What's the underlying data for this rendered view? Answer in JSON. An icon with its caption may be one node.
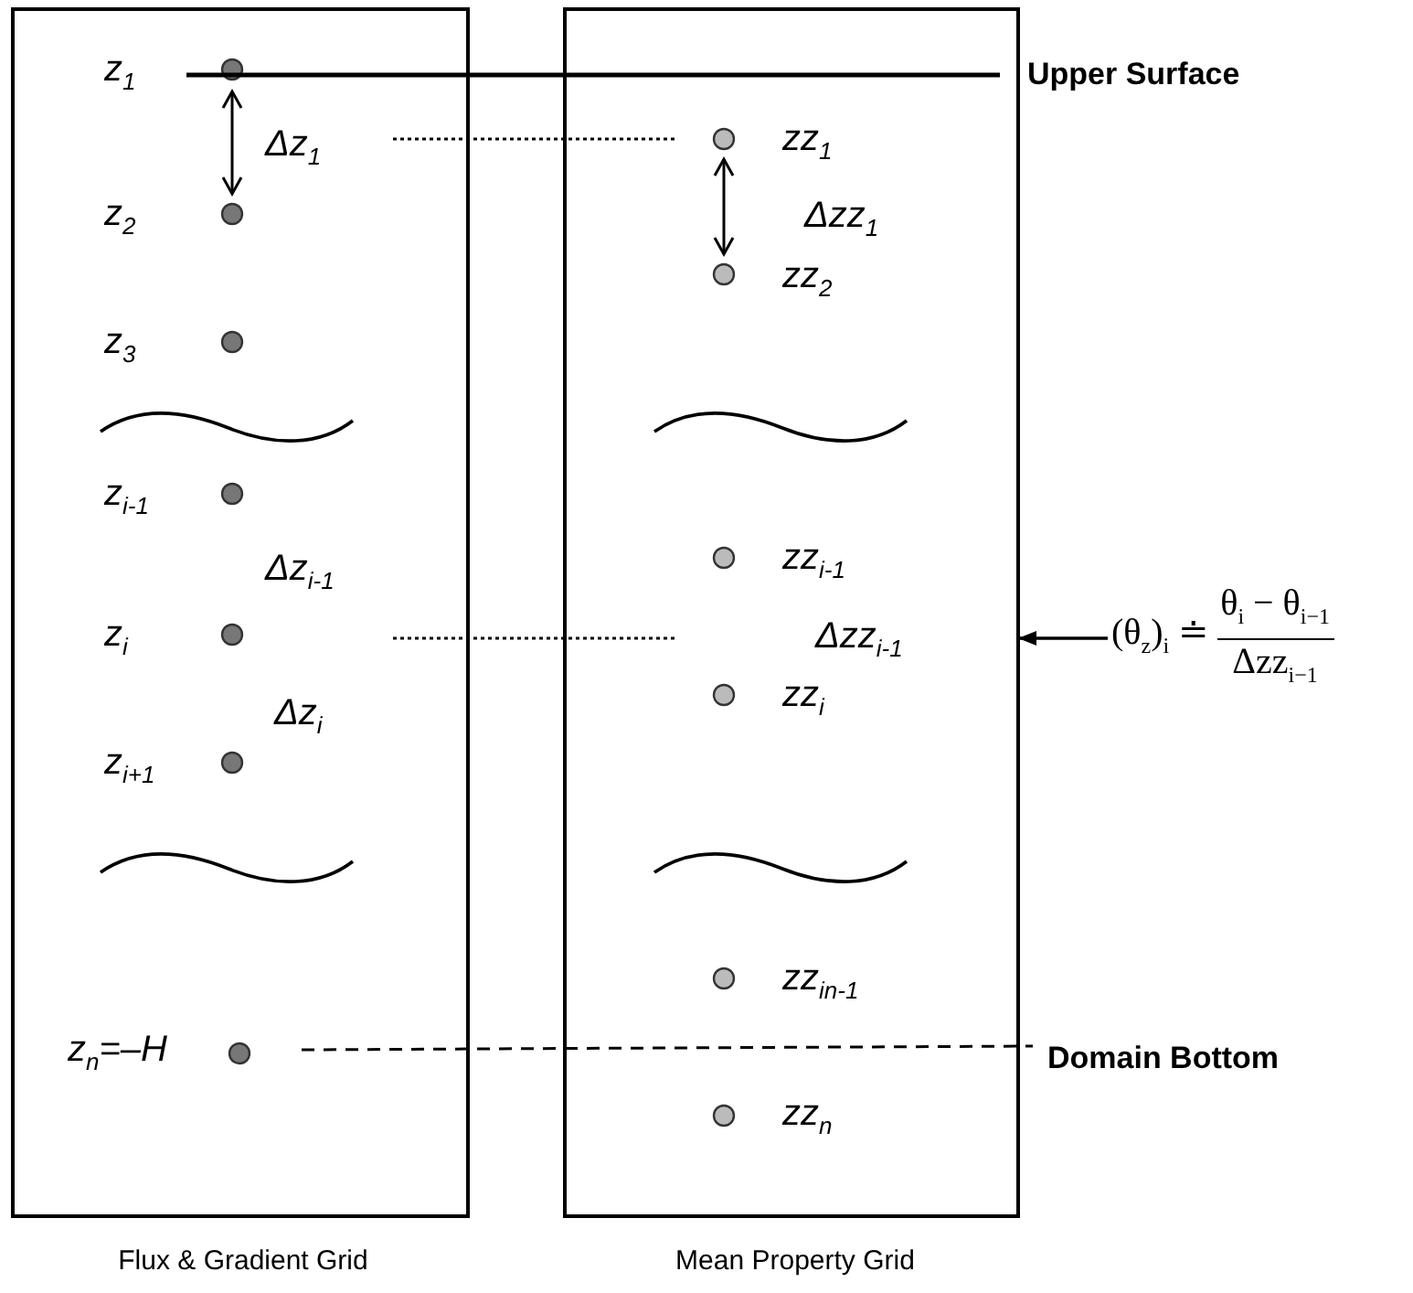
{
  "diagram": {
    "nodes": [
      {
        "text": [
          "Flux & Gradient Grid"
        ]
      },
      {
        "text": [
          "Mean Property Grid"
        ]
      },
      {
        "text": [
          "(θ$_{z}$)$_{i}$ ≐",
          "θ$_{i}$ − θ$_{i−1}$",
          "Δzz$_{i−1}$"
        ]
      }
    ],
    "edges": [
      {
        "from": 2,
        "to": 1,
        "arrow": "to"
      }
    ],
    "labels": [
      "z$_{1}$",
      "Upper Surface",
      "Δz$_{1}$",
      "zz$_{1}$",
      "Δzz$_{1}$",
      "z$_{2}$",
      "zz$_{2}$",
      "z$_{3}$",
      "z$_{i-1}$",
      "zz$_{i-1}$",
      "Δz$_{i-1}$",
      "z$_{i}$",
      "Δzz$_{i-1}$",
      "zz$_{i}$",
      "Δz$_{i}$",
      "z$_{i+1}$",
      "zz$_{in-1}$",
      "z$_{n}$=–H",
      "Domain Bottom",
      "zz$_{n}$"
    ]
  }
}
